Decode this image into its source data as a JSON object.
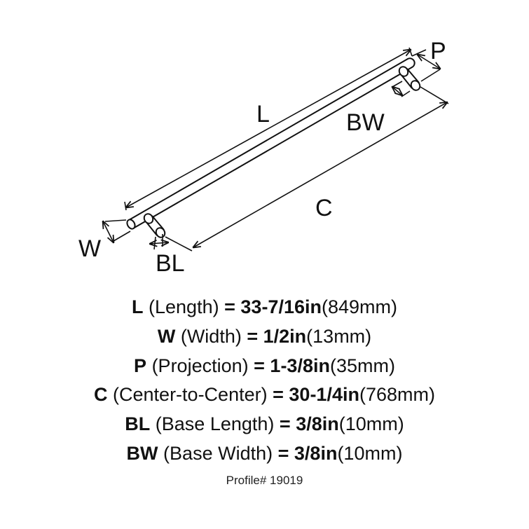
{
  "diagram": {
    "labels": {
      "L": "L",
      "W": "W",
      "P": "P",
      "C": "C",
      "BL": "BL",
      "BW": "BW"
    }
  },
  "specs": [
    {
      "code": "L",
      "name": "(Length)",
      "imperial": "33-7/16in",
      "metric": "(849mm)"
    },
    {
      "code": "W",
      "name": "(Width)",
      "imperial": "1/2in",
      "metric": "(13mm)"
    },
    {
      "code": "P",
      "name": "(Projection)",
      "imperial": "1-3/8in",
      "metric": "(35mm)"
    },
    {
      "code": "C",
      "name": "(Center-to-Center)",
      "imperial": "30-1/4in",
      "metric": "(768mm)"
    },
    {
      "code": "BL",
      "name": "(Base Length)",
      "imperial": "3/8in",
      "metric": "(10mm)"
    },
    {
      "code": "BW",
      "name": "(Base Width)",
      "imperial": "3/8in",
      "metric": "(10mm)"
    }
  ],
  "profile": "Profile# 19019"
}
